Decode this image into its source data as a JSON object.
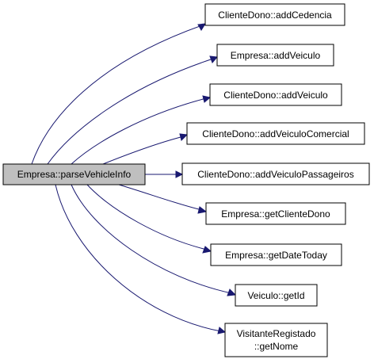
{
  "colors": {
    "edge": "#191970",
    "root_fill": "#bfbfbf",
    "node_fill": "#ffffff",
    "border": "#000000"
  },
  "diagram": {
    "root": {
      "label": "Empresa::parseVehicleInfo"
    },
    "callees": [
      {
        "label": "ClienteDono::addCedencia"
      },
      {
        "label": "Empresa::addVeiculo"
      },
      {
        "label": "ClienteDono::addVeiculo"
      },
      {
        "label": "ClienteDono::addVeiculoComercial"
      },
      {
        "label": "ClienteDono::addVeiculoPassageiros"
      },
      {
        "label": "Empresa::getClienteDono"
      },
      {
        "label": "Empresa::getDateToday"
      },
      {
        "label": "Veiculo::getId"
      },
      {
        "label_line1": "VisitanteRegistado",
        "label_line2": "::getNome"
      }
    ]
  }
}
